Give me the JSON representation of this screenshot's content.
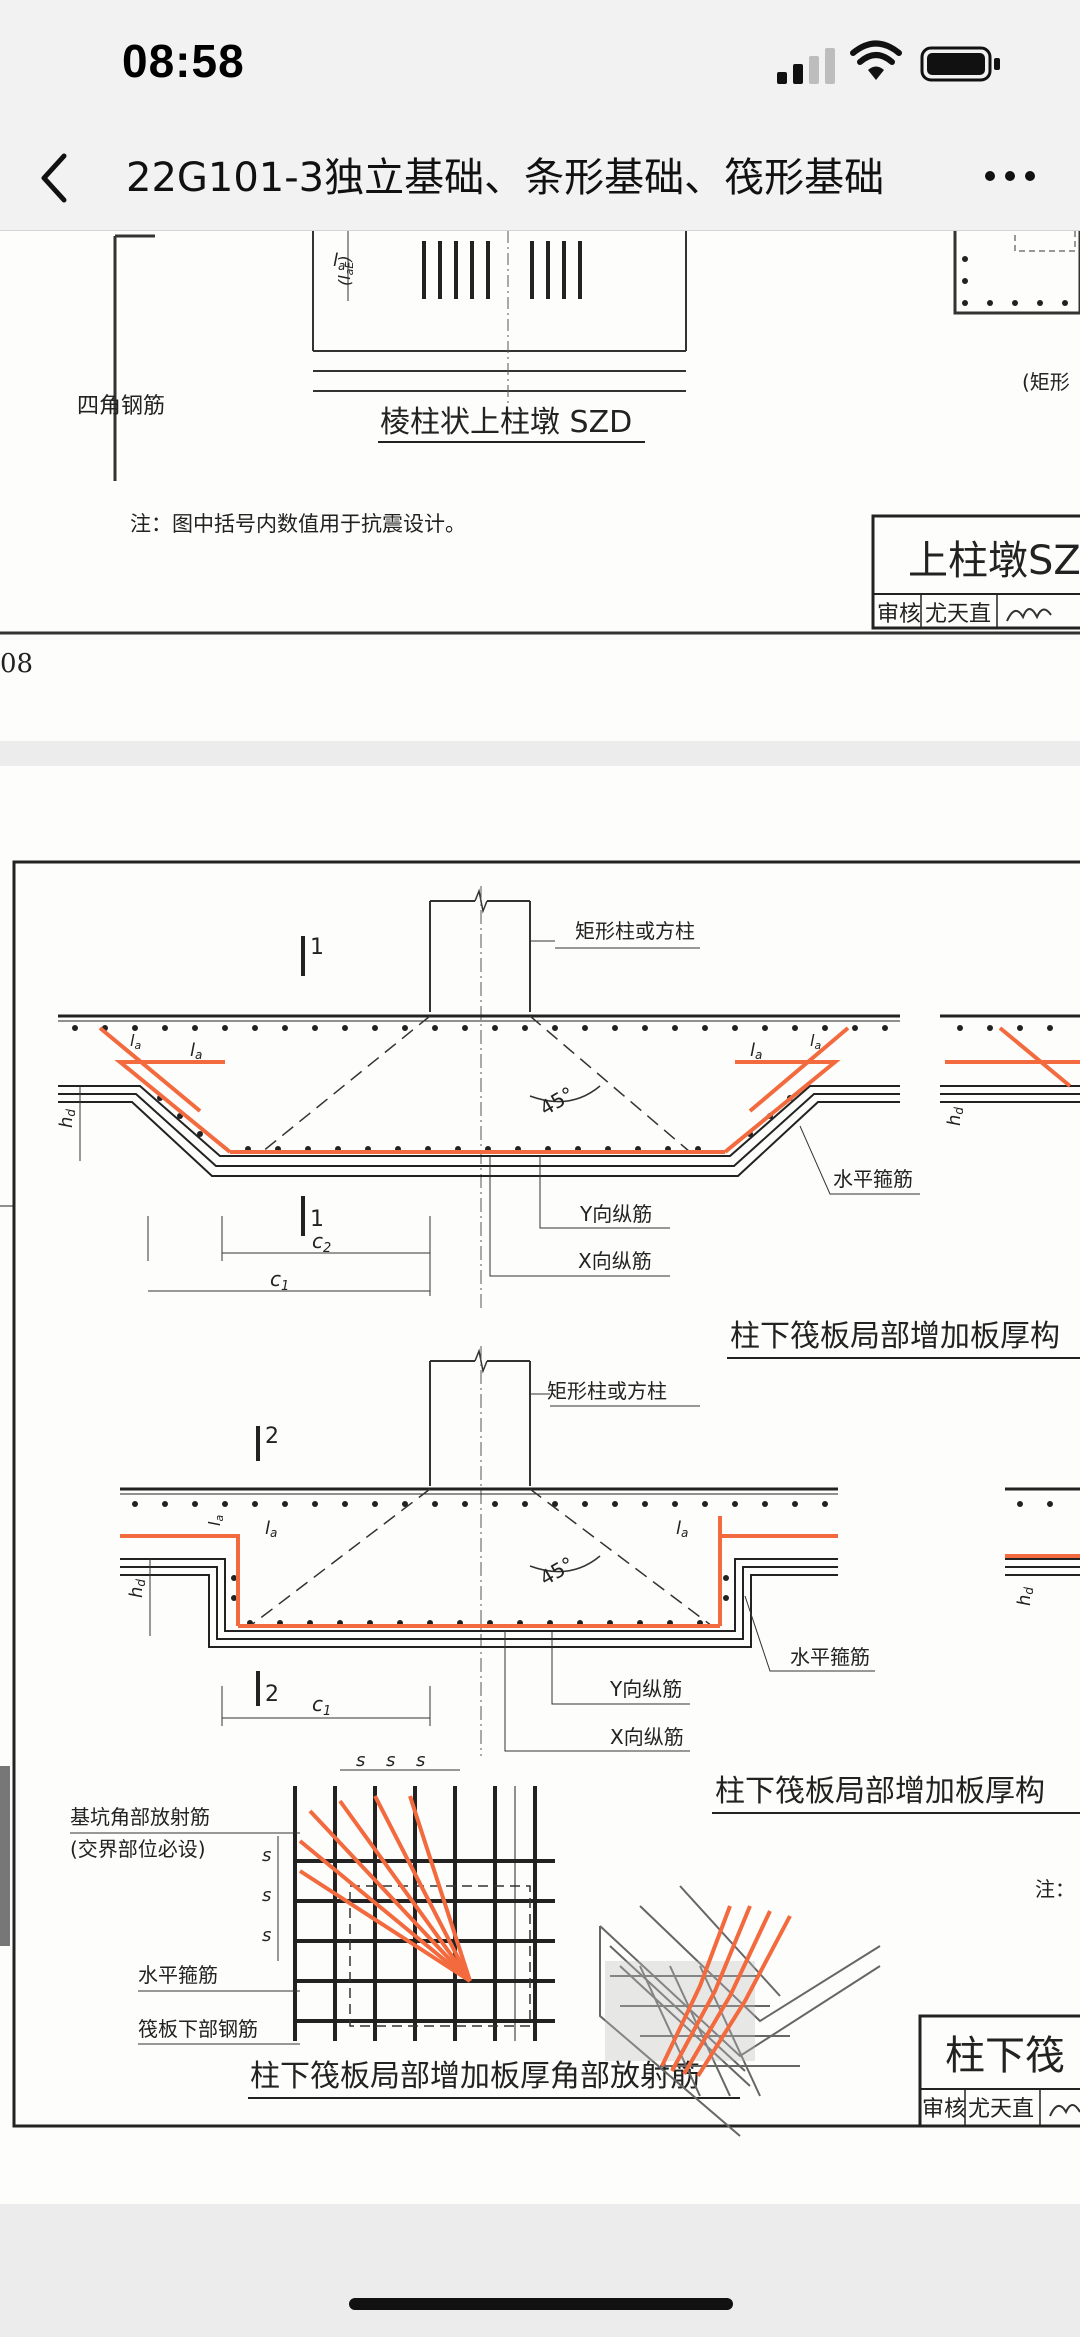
{
  "status": {
    "time": "08:58"
  },
  "nav": {
    "title": "22G101-3独立基础、条形基础、筏形基础"
  },
  "page_a": {
    "label_corner_rebar": "四角钢筋",
    "label_la": "l",
    "label_la_sub": "a",
    "label_lae": "(l",
    "label_lae_sub": "aE",
    "label_lae_end": ")",
    "caption_column_pier": "棱柱状上柱墩 SZD",
    "label_right_rect": "(矩形",
    "note": "注：图中括号内数值用于抗震设计。",
    "titleblock_title": "上柱墩SZ",
    "titleblock_review": "审核",
    "titleblock_reviewer": "尤天直",
    "page_number": "08"
  },
  "page_b": {
    "label_rect_col": "矩形柱或方柱",
    "label_rect_col_2": "矩形柱或方柱",
    "section_1": "1",
    "section_1b": "1",
    "section_2": "2",
    "section_2b": "2",
    "angle_45": "45°",
    "angle_45_2": "45°",
    "label_la": "l",
    "label_la_sub": "a",
    "label_hd": "h",
    "label_hd_sub": "d",
    "label_c1": "c",
    "label_c1_sub": "1",
    "label_c2": "c",
    "label_c2_sub": "2",
    "label_horizontal_stirrup": "水平箍筋",
    "label_horizontal_stirrup_2": "水平箍筋",
    "label_y_rebar": "Y向纵筋",
    "label_x_rebar": "X向纵筋",
    "label_y_rebar_2": "Y向纵筋",
    "label_x_rebar_2": "X向纵筋",
    "caption_1": "柱下筏板局部增加板厚构",
    "caption_2": "柱下筏板局部增加板厚构",
    "label_pit_corner": "基坑角部放射筋",
    "label_pit_corner_note": "(交界部位必设)",
    "label_horizontal_stirrup_3": "水平箍筋",
    "label_raft_bottom": "筏板下部钢筋",
    "label_s": "s",
    "caption_3": "柱下筏板局部增加板厚角部放射筋",
    "note_prefix": "注：",
    "titleblock_title": "柱下筏",
    "titleblock_review": "审核",
    "titleblock_reviewer": "尤天直"
  },
  "colors": {
    "rebar": "#f26a3d",
    "line": "#333333",
    "paper": "#fdfdfb"
  }
}
